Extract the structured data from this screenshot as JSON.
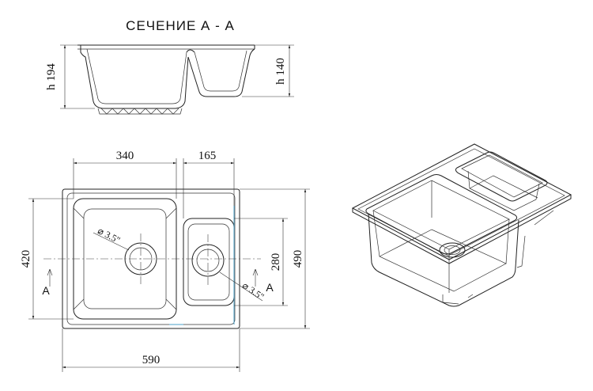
{
  "section_title": "СЕЧЕНИЕ  А - А",
  "dimensions": {
    "depth_large_bowl": "h 194",
    "depth_small_bowl": "h 140",
    "large_bowl_width": "340",
    "small_bowl_width": "165",
    "overall_width": "590",
    "overall_depth": "490",
    "large_bowl_depth": "420",
    "small_bowl_depth": "280",
    "drain_large": "⌀ 3.5\"",
    "drain_small": "⌀ 3.5\""
  },
  "section_marks": {
    "left": "A",
    "right": "A"
  }
}
